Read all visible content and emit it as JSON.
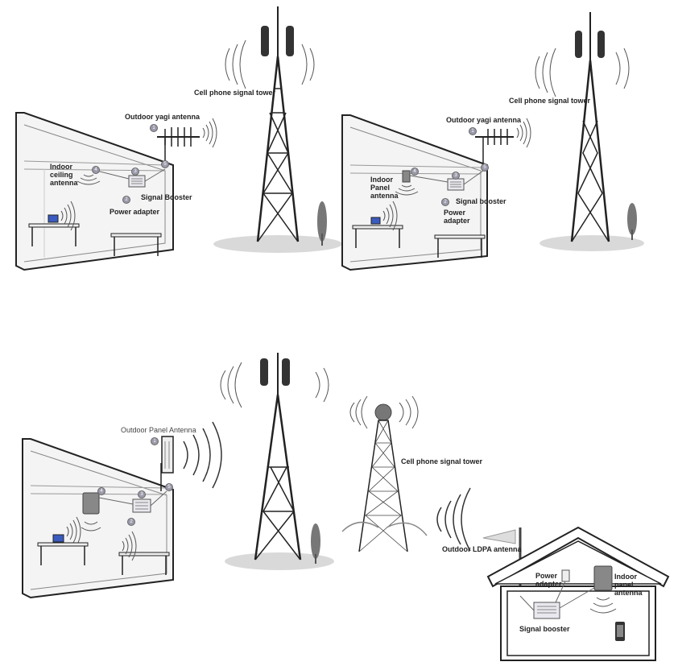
{
  "scene1": {
    "tower_label": "Cell phone signal tower",
    "outdoor_antenna_label": "Outdoor yagi antenna",
    "indoor_antenna_label": "Indoor\nceiling\nantenna",
    "booster_label": "Signal Booster",
    "adapter_label": "Power adapter"
  },
  "scene2": {
    "tower_label": "Cell phone signal tower",
    "outdoor_antenna_label": "Outdoor yagi antenna",
    "indoor_antenna_label": "Indoor\nPanel\nantenna",
    "booster_label": "Signal booster",
    "adapter_label": "Power\nadapter"
  },
  "scene3": {
    "outdoor_antenna_label": "Outdoor Panel Antenna"
  },
  "scene4": {
    "tower_label": "Cell phone signal tower",
    "outdoor_antenna_label": "Outdoor LDPA antenna",
    "adapter_label": "Power\nadapter",
    "indoor_antenna_label": "Indoor\npanel\nantenna",
    "booster_label": "Signal booster"
  },
  "step_numbers": [
    "1",
    "2",
    "3",
    "4",
    "5"
  ],
  "colors": {
    "line": "#222222",
    "house": "#f4f4f4",
    "ground": "#d9d9d9",
    "laptop": "#3a5bbf",
    "device": "#888888"
  }
}
